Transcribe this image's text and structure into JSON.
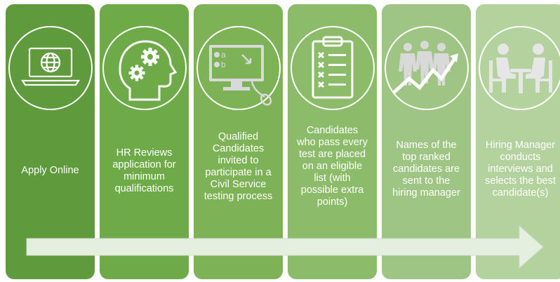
{
  "colors": {
    "step1": "#5f9a3c",
    "step2": "#6eaa48",
    "step3": "#7db256",
    "step4": "#8cbb6a",
    "step5": "#9fc584",
    "step6": "#b3d29e",
    "arrow": "#e4efe0",
    "icon": "#d9d9d9"
  },
  "steps": [
    {
      "icon": "laptop-globe-icon",
      "text": "Apply Online"
    },
    {
      "icon": "head-gears-icon",
      "text": "HR Reviews\napplication for\nminimum\nqualifications"
    },
    {
      "icon": "monitor-test-icon",
      "text": "Qualified\nCandidates\ninvited to\nparticipate in a\nCivil Service\ntesting process"
    },
    {
      "icon": "clipboard-checklist-icon",
      "text": "Candidates\nwho pass every\ntest are placed\non an eligible\nlist (with\npossible extra\npoints)"
    },
    {
      "icon": "people-rising-chart-icon",
      "text": "Names of the\ntop ranked\ncandidates are\nsent to the\nhiring manager"
    },
    {
      "icon": "interview-table-icon",
      "text": "Hiring Manager\nconducts\ninterviews and\nselects the best\ncandidate(s)"
    }
  ]
}
